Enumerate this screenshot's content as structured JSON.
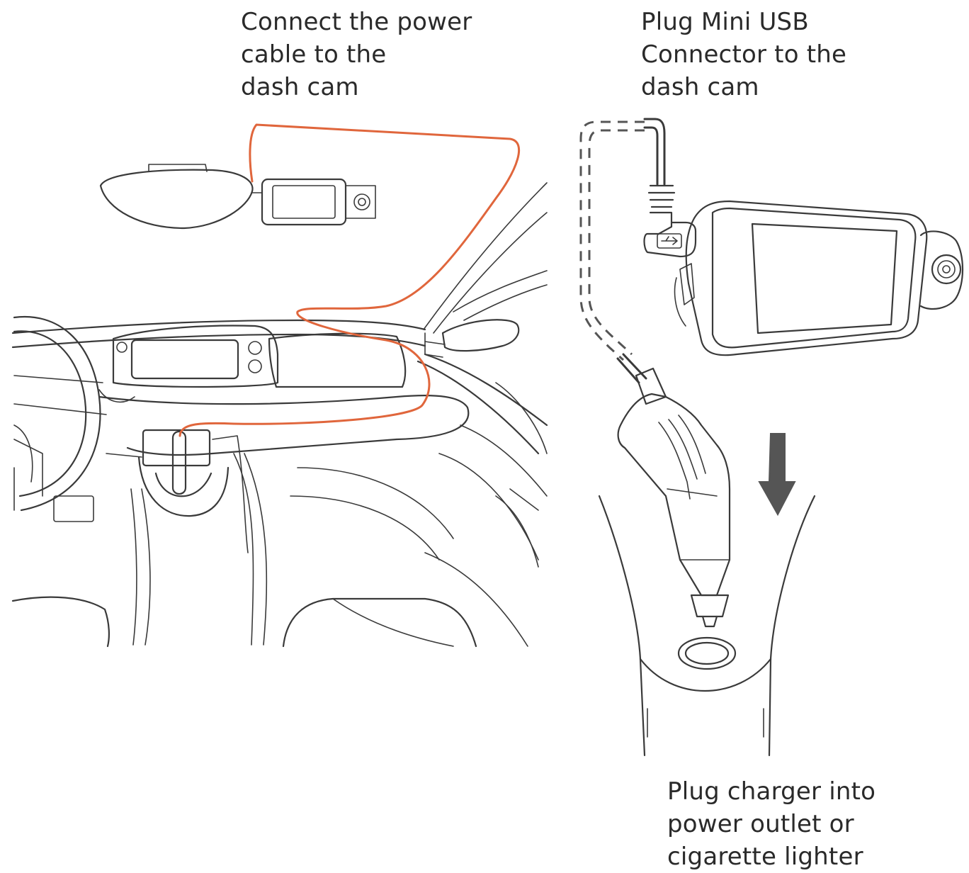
{
  "captions": {
    "left": "Connect the power\ncable to the\ndash cam",
    "right": "Plug Mini USB\nConnector to the\ndash cam",
    "bottom": "Plug charger into\npower outlet or\ncigarette lighter"
  },
  "icons": {
    "usb": "usb-symbol-icon",
    "arrow": "down-arrow-icon"
  },
  "colors": {
    "power_cable": "#e0663c",
    "line_art": "#3a3a3a",
    "dashed_cable": "#555555",
    "arrow": "#555555"
  }
}
